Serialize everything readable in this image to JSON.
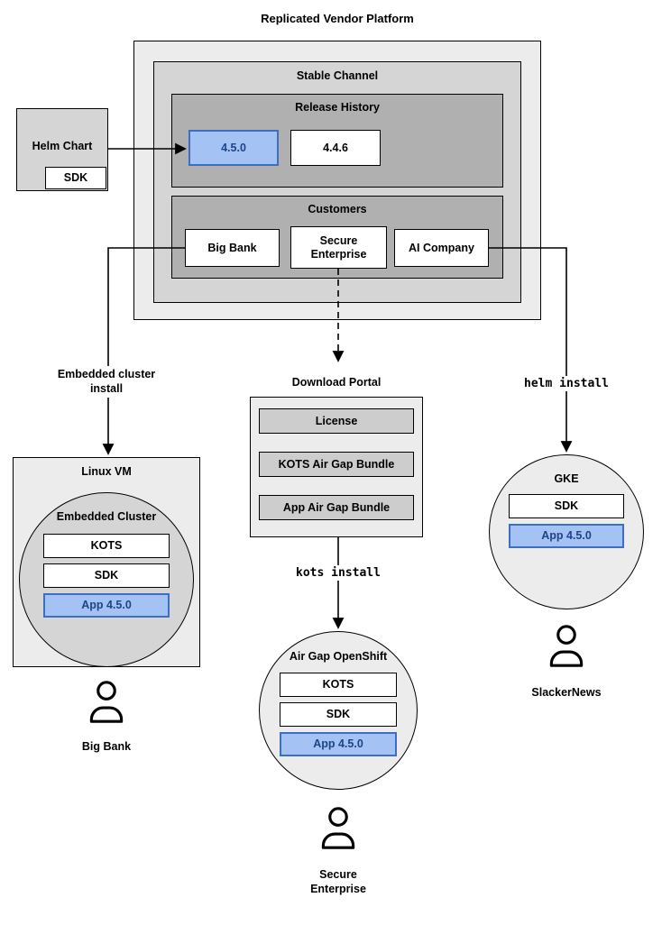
{
  "diagram_title": "Replicated Vendor Platform",
  "colors": {
    "outer_box": "#ececec",
    "channel_box": "#d5d5d5",
    "inner_box": "#b0b0b0",
    "portal_item": "#cdcdcd",
    "highlight_fill": "#a4c2f4",
    "highlight_border": "#3c6fc4",
    "highlight_text": "#1c4587",
    "line": "#000000"
  },
  "platform": {
    "channel_label": "Stable Channel",
    "release_history": {
      "label": "Release History",
      "versions": [
        "4.5.0",
        "4.4.6"
      ]
    },
    "customers": {
      "label": "Customers",
      "items": [
        "Big Bank",
        "Secure Enterprise",
        "AI Company"
      ]
    }
  },
  "helm_chart": {
    "label": "Helm Chart",
    "sdk_label": "SDK"
  },
  "left_flow": {
    "install_label": "Embedded cluster install",
    "vm_label": "Linux VM",
    "cluster_label": "Embedded Cluster",
    "components": [
      "KOTS",
      "SDK",
      "App 4.5.0"
    ],
    "persona": "Big Bank"
  },
  "middle_flow": {
    "portal_label": "Download Portal",
    "portal_items": [
      "License",
      "KOTS Air Gap Bundle",
      "App Air Gap Bundle"
    ],
    "install_label": "kots install",
    "cluster_label": "Air Gap OpenShift",
    "components": [
      "KOTS",
      "SDK",
      "App 4.5.0"
    ],
    "persona": "Secure Enterprise"
  },
  "right_flow": {
    "install_label": "helm install",
    "cluster_label": "GKE",
    "components": [
      "SDK",
      "App 4.5.0"
    ],
    "persona": "SlackerNews"
  }
}
